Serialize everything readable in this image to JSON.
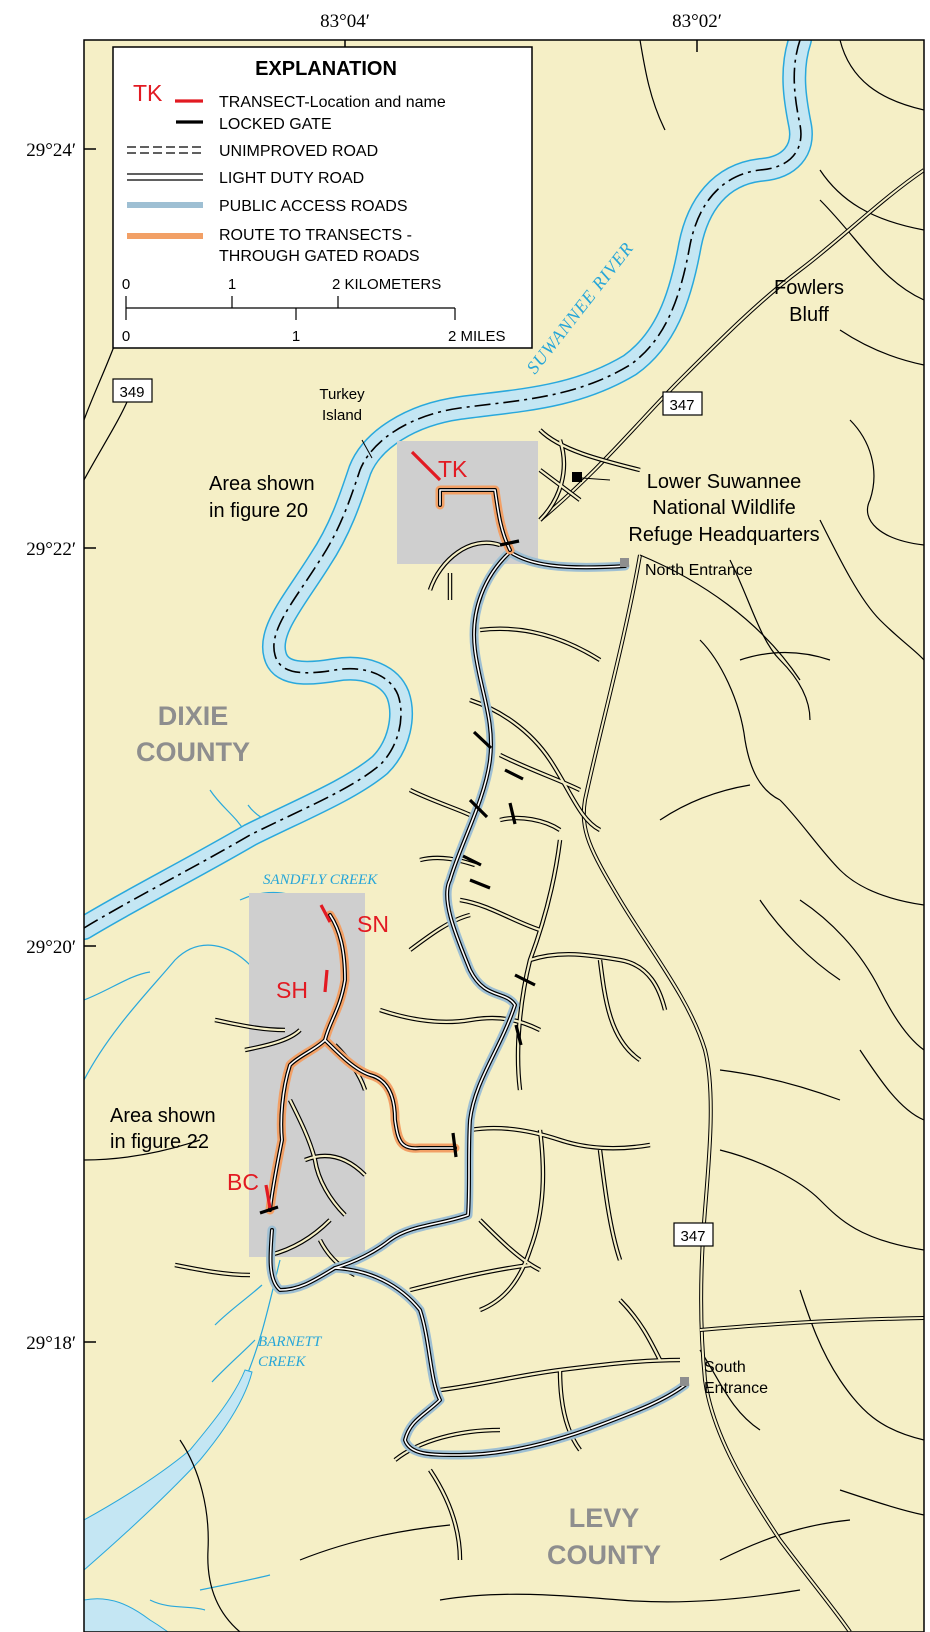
{
  "lon_labels": [
    "83°04′",
    "83°02′"
  ],
  "lat_labels": [
    "29°24′",
    "29°22′",
    "29°20′",
    "29°18′"
  ],
  "legend": {
    "title": "EXPLANATION",
    "transect_code": "TK",
    "items": [
      "TRANSECT-Location and name",
      "LOCKED GATE",
      "UNIMPROVED ROAD",
      "LIGHT DUTY ROAD",
      "PUBLIC ACCESS ROADS",
      "ROUTE TO TRANSECTS -",
      "THROUGH GATED ROADS"
    ],
    "scale_km": {
      "zero": "0",
      "one": "1",
      "two": "2 KILOMETERS"
    },
    "scale_mi": {
      "zero": "0",
      "one": "1",
      "two": "2 MILES"
    }
  },
  "places": {
    "fowlers_1": "Fowlers",
    "fowlers_2": "Bluff",
    "turkey_1": "Turkey",
    "turkey_2": "Island",
    "hq_1": "Lower Suwannee",
    "hq_2": "National Wildlife",
    "hq_3": "Refuge Headquarters",
    "north_entrance": "North Entrance",
    "south_1": "South",
    "south_2": "Entrance",
    "area20_1": "Area shown",
    "area20_2": "in figure 20",
    "area22_1": "Area shown",
    "area22_2": "in figure 22"
  },
  "counties": {
    "dixie_1": "DIXIE",
    "dixie_2": "COUNTY",
    "levy_1": "LEVY",
    "levy_2": "COUNTY"
  },
  "water": {
    "river": "SUWANNEE RIVER",
    "sandfly": "SANDFLY CREEK",
    "barnett_1": "BARNETT",
    "barnett_2": "CREEK"
  },
  "transects": {
    "tk": "TK",
    "sn": "SN",
    "sh": "SH",
    "bc": "BC"
  },
  "highways": {
    "h349": "349",
    "h347a": "347",
    "h347b": "347"
  },
  "colors": {
    "land": "#f5efc6",
    "water": "#c4e6f3",
    "water_edge": "#29a8dc",
    "public_road": "#9ebfd3",
    "route": "#f2a066",
    "transect": "#e21a22",
    "figure_area": "#cfcfcf"
  }
}
